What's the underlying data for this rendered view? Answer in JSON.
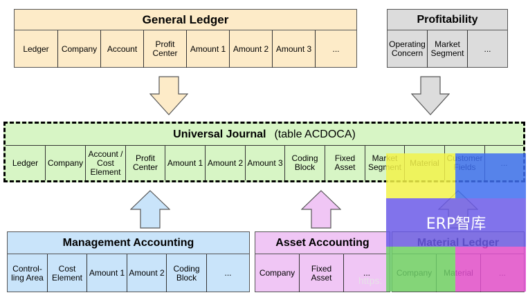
{
  "general_ledger": {
    "title": "General Ledger",
    "fields": [
      "Ledger",
      "Company",
      "Account",
      "Profit Center",
      "Amount 1",
      "Amount 2",
      "Amount 3",
      "..."
    ]
  },
  "profitability": {
    "title": "Profitability",
    "fields": [
      "Operating Concern",
      "Market Segment",
      "..."
    ]
  },
  "universal_journal": {
    "title": "Universal Journal",
    "subtitle": "(table ACDOCA)",
    "fields": [
      "Ledger",
      "Company",
      "Account / Cost Element",
      "Profit Center",
      "Amount 1",
      "Amount 2",
      "Amount 3",
      "Coding Block",
      "Fixed Asset",
      "Market Segment",
      "Material",
      "Customer Fields",
      "..."
    ]
  },
  "management_accounting": {
    "title": "Management Accounting",
    "fields": [
      "Control-ling Area",
      "Cost Element",
      "Amount 1",
      "Amount 2",
      "Coding Block",
      "..."
    ]
  },
  "asset_accounting": {
    "title": "Asset Accounting",
    "fields": [
      "Company",
      "Fixed Asset",
      "..."
    ]
  },
  "material_ledger": {
    "title": "Material Ledger",
    "fields": [
      "Company",
      "Material",
      "..."
    ]
  },
  "watermark": {
    "text": "ERP智库",
    "url_fragment": "https:"
  },
  "colors": {
    "general_ledger": "#fdebc8",
    "profitability": "#dcdcdc",
    "universal_journal": "#d7f5c5",
    "management_accounting": "#c9e4fa",
    "asset_accounting": "#f0c6f5",
    "material_ledger": "#fbf7c8"
  }
}
